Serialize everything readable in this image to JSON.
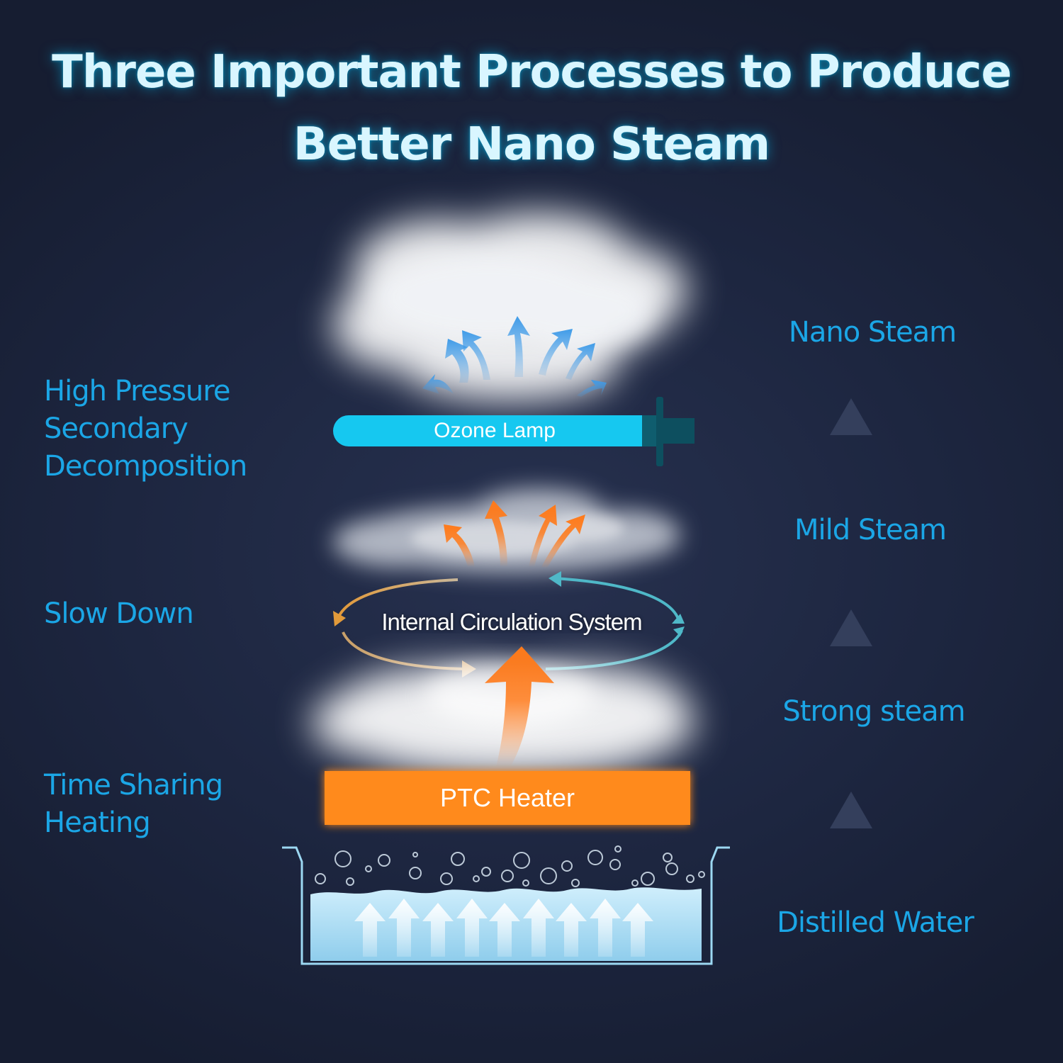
{
  "title": {
    "line1": "Three Important Processes to Produce",
    "line2": "Better Nano Steam"
  },
  "left_labels": {
    "high_pressure": [
      "High Pressure",
      "Secondary",
      "Decomposition"
    ],
    "slow_down": "Slow Down",
    "time_sharing": [
      "Time Sharing",
      "Heating"
    ]
  },
  "right_labels": {
    "nano_steam": "Nano Steam",
    "mild_steam": "Mild Steam",
    "strong_steam": "Strong steam",
    "distilled_water": "Distilled Water"
  },
  "components": {
    "ozone_lamp": "Ozone Lamp",
    "circulation": "Internal Circulation System",
    "ptc_heater": "PTC Heater"
  },
  "colors": {
    "title": "#d9f6ff",
    "label": "#1ba6e6",
    "ozone_lamp": "#16c8f0",
    "heater": "#ff8a1c",
    "steam_arrow_blue": "#3f9be8",
    "steam_arrow_orange": "#ff7a1a",
    "circulation_teal": "#4fb8c8",
    "water": "#a9dcf3",
    "triangle": "#343f5c"
  },
  "icons": {
    "up_triangle": "triangle-up-icon",
    "steam_arrow": "curved-arrow-icon",
    "bubble": "bubble-icon",
    "water_arrow": "up-arrow-icon"
  }
}
